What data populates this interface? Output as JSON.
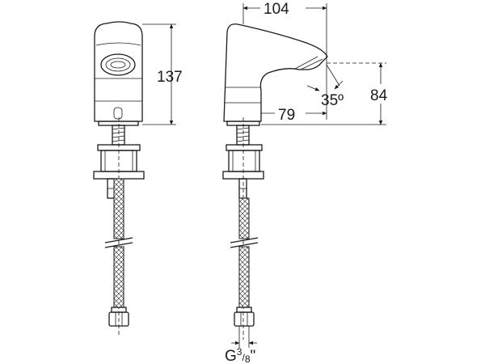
{
  "dimensions": {
    "height_front": "137",
    "width_side": "104",
    "height_side": "84",
    "reach_side": "79",
    "angle": "35º"
  },
  "connection": {
    "prefix": "G",
    "numerator": "3",
    "denominator": "8",
    "suffix": "\""
  }
}
